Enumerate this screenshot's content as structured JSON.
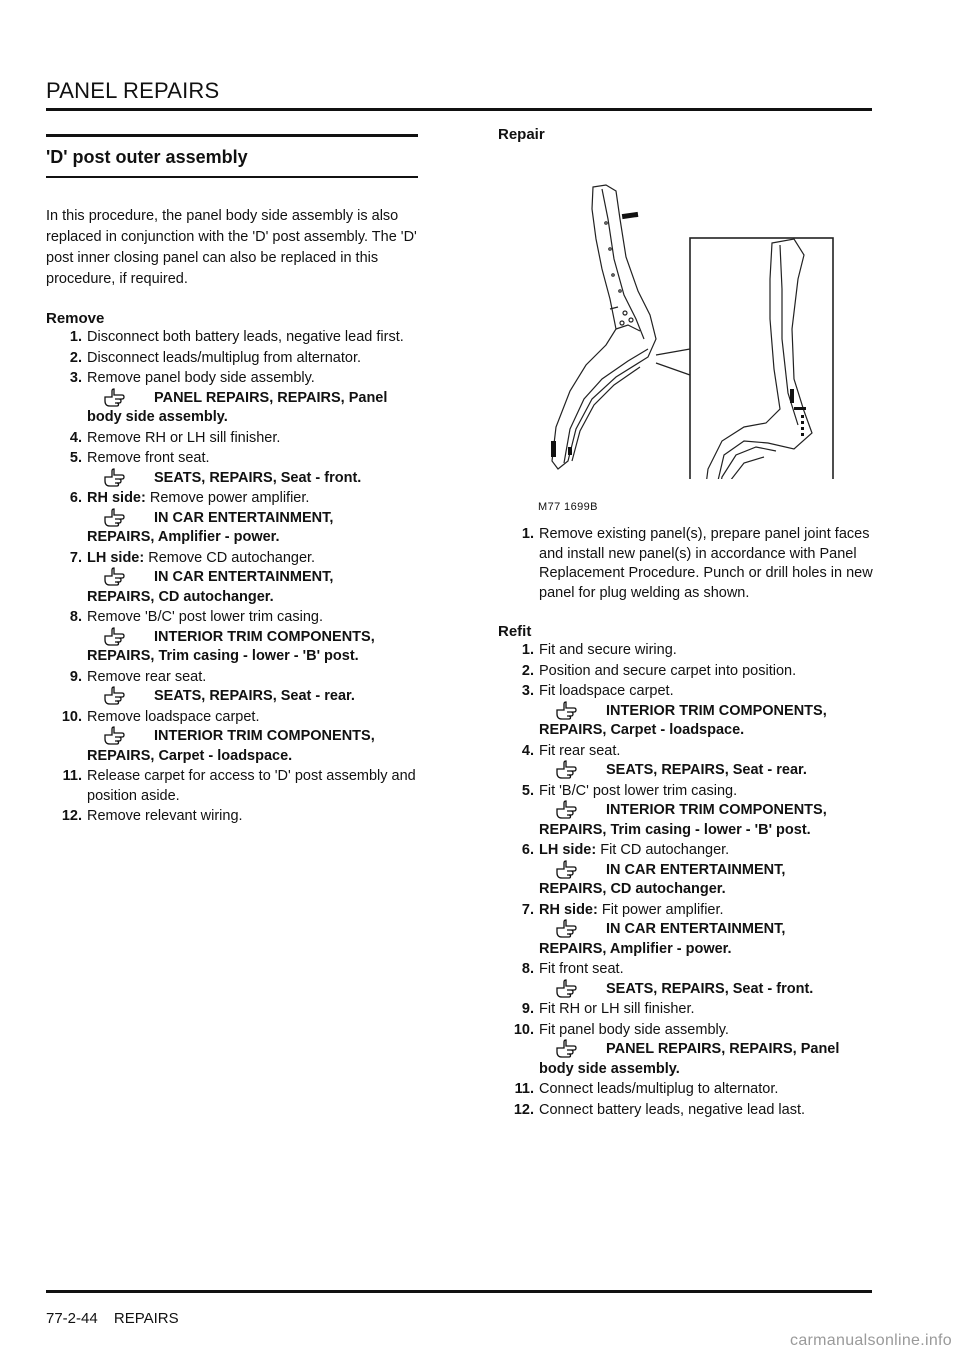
{
  "header": {
    "title": "PANEL REPAIRS"
  },
  "section": {
    "title": "'D' post outer assembly",
    "intro": "In this procedure, the panel body side assembly is also replaced in conjunction with the 'D' post assembly. The 'D' post inner closing panel can also be replaced in this procedure, if required."
  },
  "remove": {
    "heading": "Remove",
    "steps": [
      {
        "num": "1.",
        "text": "Disconnect both battery leads, negative lead first."
      },
      {
        "num": "2.",
        "text": "Disconnect leads/multiplug from alternator."
      },
      {
        "num": "3.",
        "text": "Remove panel body side assembly.",
        "ref1": "PANEL REPAIRS, REPAIRS, Panel",
        "ref2": "body side assembly."
      },
      {
        "num": "4.",
        "text": "Remove RH or LH sill finisher."
      },
      {
        "num": "5.",
        "text": "Remove front seat.",
        "ref1": "SEATS, REPAIRS, Seat - front."
      },
      {
        "num": "6.",
        "side": "RH side:",
        "text": " Remove power amplifier.",
        "ref1": "IN CAR ENTERTAINMENT,",
        "ref2": "REPAIRS, Amplifier - power."
      },
      {
        "num": "7.",
        "side": "LH side:",
        "text": " Remove CD autochanger.",
        "ref1": "IN CAR ENTERTAINMENT,",
        "ref2": "REPAIRS, CD autochanger."
      },
      {
        "num": "8.",
        "text": "Remove 'B/C' post lower trim casing.",
        "ref1": "INTERIOR TRIM COMPONENTS,",
        "ref2": "REPAIRS, Trim casing - lower - 'B' post."
      },
      {
        "num": "9.",
        "text": "Remove rear seat.",
        "ref1": "SEATS, REPAIRS, Seat - rear."
      },
      {
        "num": "10.",
        "text": "Remove loadspace carpet.",
        "ref1": "INTERIOR TRIM COMPONENTS,",
        "ref2": "REPAIRS, Carpet - loadspace."
      },
      {
        "num": "11.",
        "text": "Release carpet for access to 'D' post assembly and position aside."
      },
      {
        "num": "12.",
        "text": "Remove relevant wiring."
      }
    ]
  },
  "repair": {
    "heading": "Repair",
    "figure_label": "M77 1699B",
    "steps": [
      {
        "num": "1.",
        "text": "Remove existing panel(s), prepare panel joint faces and install new panel(s) in accordance with Panel Replacement Procedure. Punch or drill holes in new panel for plug welding as shown."
      }
    ]
  },
  "refit": {
    "heading": "Refit",
    "steps": [
      {
        "num": "1.",
        "text": "Fit and secure wiring."
      },
      {
        "num": "2.",
        "text": "Position and secure carpet into position."
      },
      {
        "num": "3.",
        "text": "Fit loadspace carpet.",
        "ref1": "INTERIOR TRIM COMPONENTS,",
        "ref2": "REPAIRS, Carpet - loadspace."
      },
      {
        "num": "4.",
        "text": "Fit rear seat.",
        "ref1": "SEATS, REPAIRS, Seat - rear."
      },
      {
        "num": "5.",
        "text": "Fit 'B/C' post lower trim casing.",
        "ref1": "INTERIOR TRIM COMPONENTS,",
        "ref2": "REPAIRS, Trim casing - lower - 'B' post."
      },
      {
        "num": "6.",
        "side": "LH side:",
        "text": " Fit CD autochanger.",
        "ref1": "IN CAR ENTERTAINMENT,",
        "ref2": "REPAIRS, CD autochanger."
      },
      {
        "num": "7.",
        "side": "RH side:",
        "text": " Fit power amplifier.",
        "ref1": "IN CAR ENTERTAINMENT,",
        "ref2": "REPAIRS, Amplifier - power."
      },
      {
        "num": "8.",
        "text": "Fit front seat.",
        "ref1": "SEATS, REPAIRS, Seat - front."
      },
      {
        "num": "9.",
        "text": "Fit RH or LH sill finisher."
      },
      {
        "num": "10.",
        "text": "Fit panel body side assembly.",
        "ref1": "PANEL REPAIRS, REPAIRS, Panel",
        "ref2": "body side assembly."
      },
      {
        "num": "11.",
        "text": "Connect leads/multiplug to alternator."
      },
      {
        "num": "12.",
        "text": "Connect battery leads, negative lead last."
      }
    ]
  },
  "footer": {
    "page": "77-2-44",
    "section": "REPAIRS"
  },
  "watermark": "carmanualsonline.info",
  "icons": {
    "reference": "pointing-hand-icon"
  }
}
